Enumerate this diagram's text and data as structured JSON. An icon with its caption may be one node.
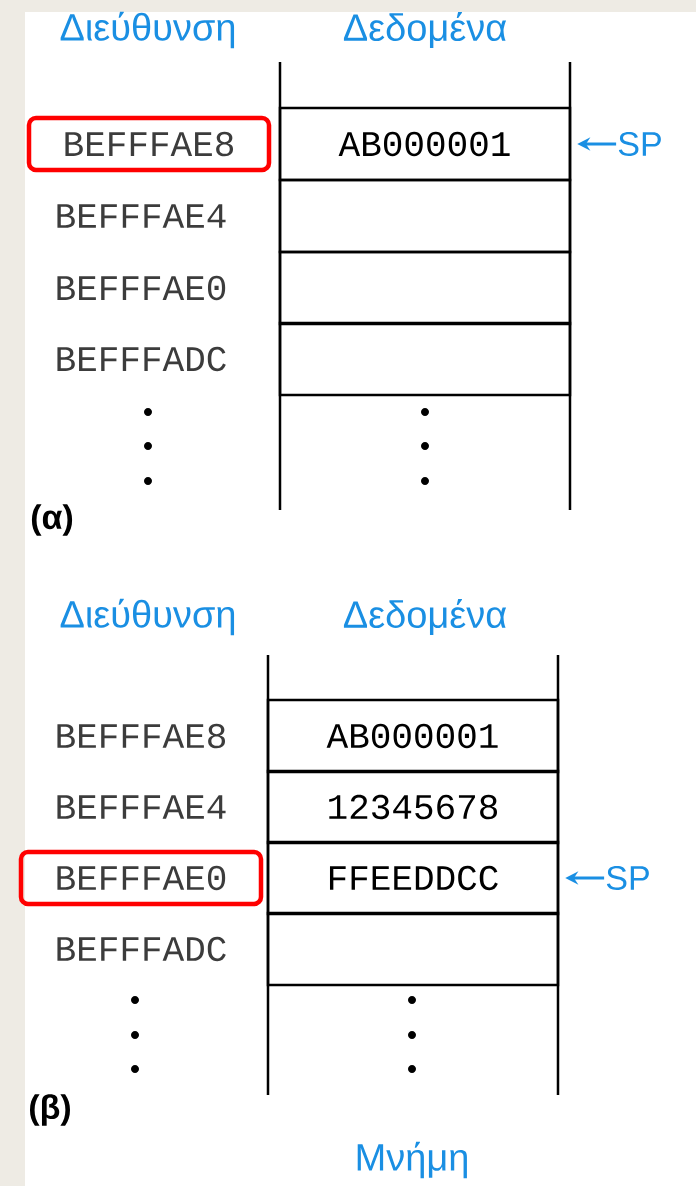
{
  "diagram": {
    "nodes": [
      {
        "text": [
          "BEFFFAE8"
        ]
      },
      {
        "text": [
          "AB000001"
        ]
      },
      {
        "text": [
          "SP"
        ]
      },
      {
        "text": [],
        "shape": "box"
      },
      {
        "text": [],
        "shape": "box"
      },
      {
        "text": [],
        "shape": "box"
      },
      {
        "text": [
          "AB000001"
        ]
      },
      {
        "text": [
          "12345678"
        ]
      },
      {
        "text": [
          "BEFFFAE0"
        ]
      },
      {
        "text": [
          "FFEEDDCC"
        ]
      },
      {
        "text": [
          "SP"
        ]
      },
      {
        "text": [],
        "shape": "box"
      }
    ],
    "edges": [
      {
        "from": 2,
        "to": 1,
        "arrow": "to"
      },
      {
        "from": 10,
        "to": 9,
        "arrow": "to"
      }
    ],
    "labels": [
      "Διεύθυνση",
      "Δεδομένα",
      "BEFFFAE4",
      "BEFFFAE0",
      "BEFFFADC",
      "(α)",
      "Διεύθυνση",
      "Δεδομένα",
      "BEFFFAE8",
      "BEFFFAE4",
      "BEFFFADC",
      "(β)",
      "Μνήμη"
    ]
  }
}
